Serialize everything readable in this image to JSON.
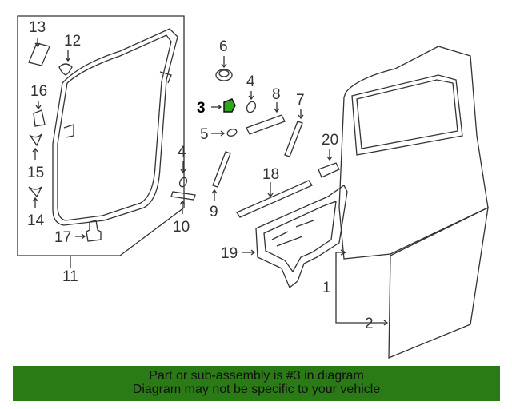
{
  "diagram": {
    "callouts": [
      "13",
      "12",
      "16",
      "15",
      "14",
      "17",
      "11",
      "6",
      "4",
      "3",
      "5",
      "4",
      "8",
      "7",
      "10",
      "9",
      "18",
      "20",
      "19",
      "1",
      "2"
    ],
    "highlight_part": "3",
    "highlight_color": "#2aa81a"
  },
  "banner": {
    "line1": "Part or sub-assembly is #3 in diagram",
    "line2": "Diagram may not be specific to your vehicle",
    "background": "#2a7a16"
  }
}
